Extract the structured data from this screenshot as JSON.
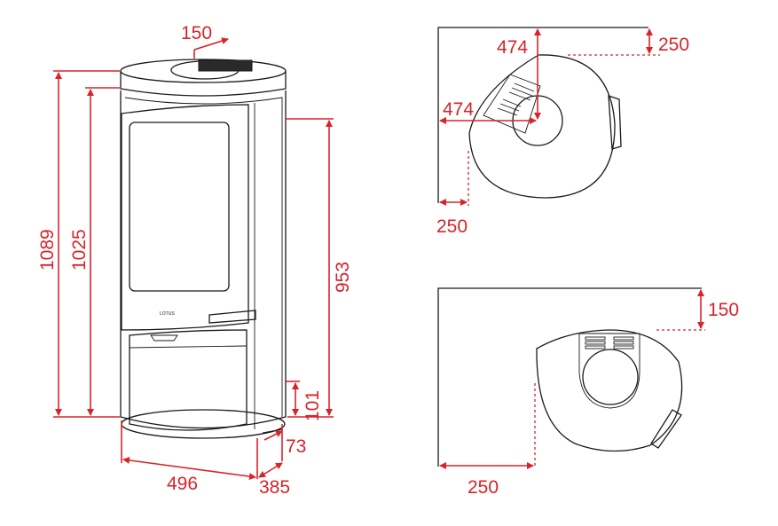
{
  "front_view": {
    "dims": {
      "top_offset": "150",
      "total_height": "1089",
      "height_to_top": "1025",
      "flue_height": "953",
      "air_inlet_height": "101",
      "rear_offset": "73",
      "width": "496",
      "depth": "385"
    },
    "logo_text": "LOTUS"
  },
  "corner_view": {
    "dims": {
      "horizontal_clearance": "474",
      "vertical_clearance": "474",
      "wall_clearance_top": "250",
      "wall_clearance_left": "250"
    }
  },
  "wall_view": {
    "dims": {
      "rear_clearance": "150",
      "side_clearance": "250"
    }
  },
  "colors": {
    "dimension": "#d8232a",
    "outline": "#1a1a1a"
  }
}
